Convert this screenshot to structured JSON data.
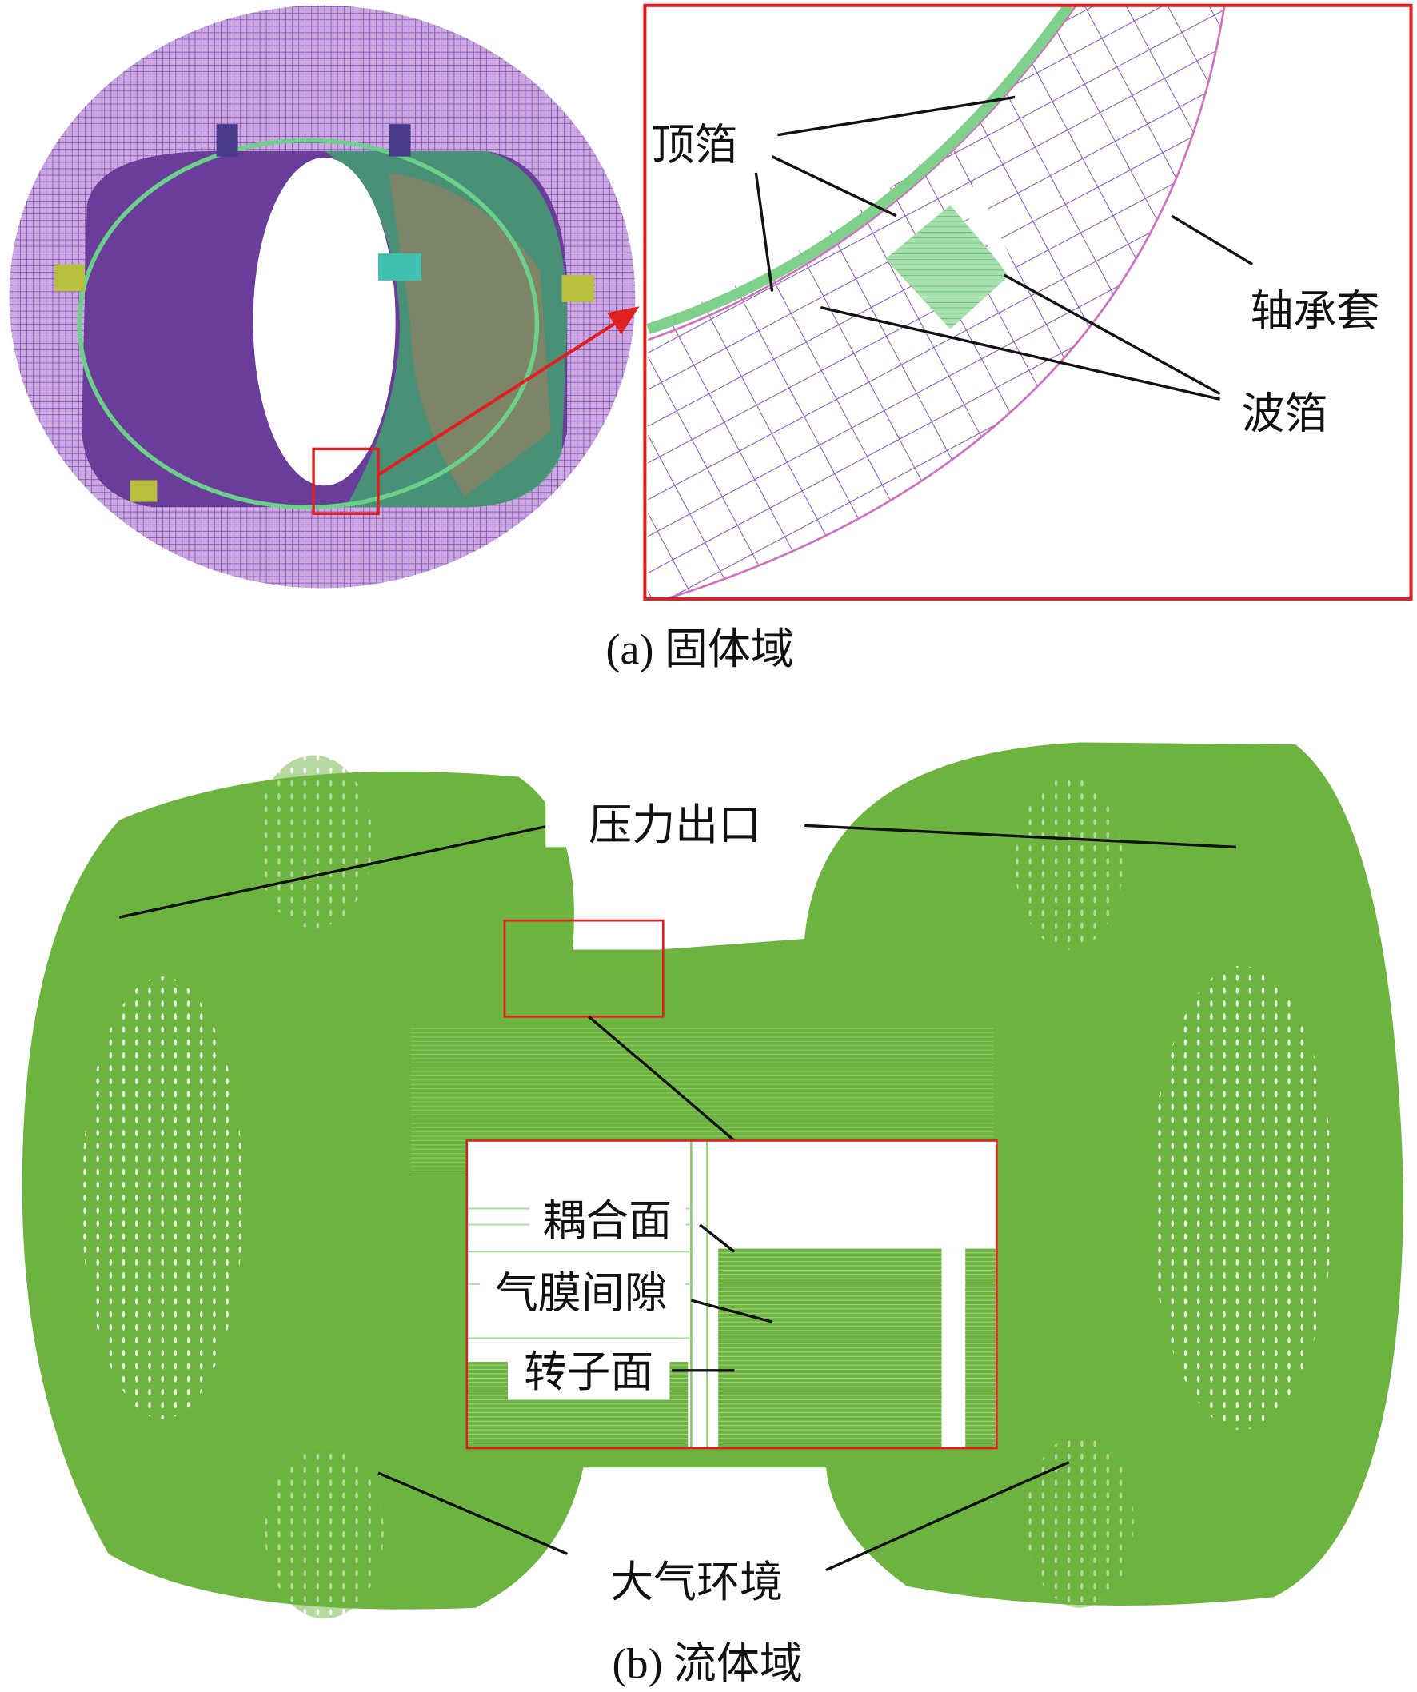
{
  "panel_a": {
    "caption": "(a) 固体域",
    "labels": {
      "top_foil": "顶箔",
      "bearing_sleeve": "轴承套",
      "bump_foil": "波箔"
    },
    "colors": {
      "mesh_purple": "#9a5fc0",
      "foil_green": "#7fd08a",
      "highlight_red": "#e02020"
    }
  },
  "panel_b": {
    "caption": "(b) 流体域",
    "labels": {
      "pressure_outlet": "压力出口",
      "coupling_face": "耦合面",
      "gas_film_gap": "气膜间隙",
      "rotor_face": "转子面",
      "atmosphere": "大气环境"
    },
    "colors": {
      "fluid_green": "#6db33f",
      "highlight_red": "#e02020"
    }
  }
}
